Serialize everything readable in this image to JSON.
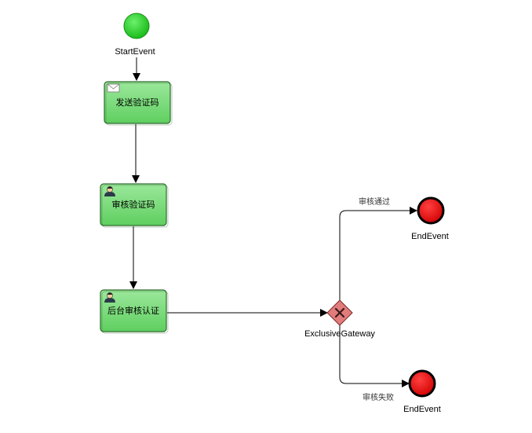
{
  "diagram": {
    "start_event": {
      "label": "StartEvent",
      "color": "#22cc22"
    },
    "tasks": [
      {
        "label": "发送验证码",
        "icon": "envelope-icon"
      },
      {
        "label": "审核验证码",
        "icon": "user-icon"
      },
      {
        "label": "后台审核认证",
        "icon": "user-icon"
      }
    ],
    "gateway": {
      "label": "ExclusiveGateway",
      "icon": "x-icon",
      "color": "#e27c7c"
    },
    "end_events": [
      {
        "label": "EndEvent",
        "color": "#ee0000"
      },
      {
        "label": "EndEvent",
        "color": "#ee0000"
      }
    ],
    "flows": [
      {
        "label": "审核通过"
      },
      {
        "label": "审核失败"
      }
    ],
    "colors": {
      "task_fill": "#7fdc7f",
      "task_stroke": "#2e6a2e"
    }
  }
}
